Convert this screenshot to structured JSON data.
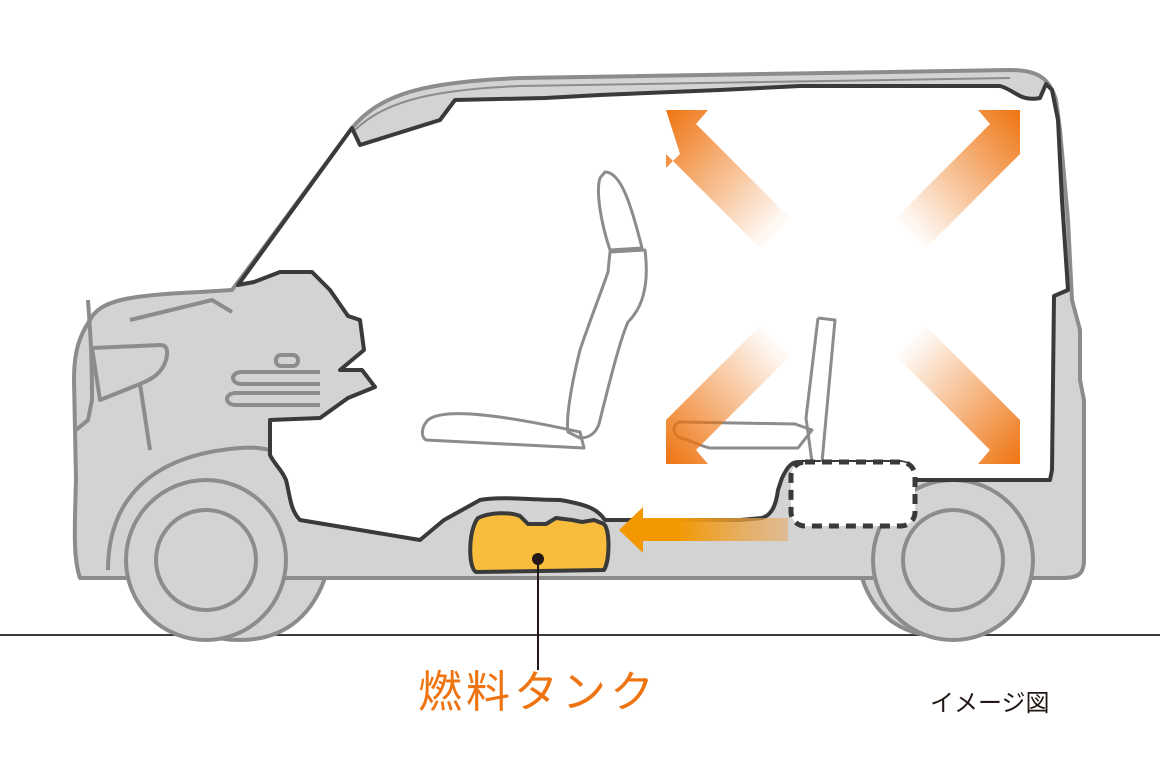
{
  "diagram": {
    "subject": "kei-van side view cutaway showing fuel tank placement",
    "labels": {
      "fuel_tank": "燃料タンク",
      "image_note": "イメージ図"
    },
    "colors": {
      "body_fill": "#d3d3d3",
      "body_stroke": "#8c8c8c",
      "cabin_outline": "#3a3a3a",
      "tank_fill": "#f8bd3d",
      "tank_stroke": "#3a3a3a",
      "arrow_orange": "#ee7411",
      "move_arrow": "#f39800",
      "label_orange": "#ee7411",
      "ground_line": "#3a3a3a"
    },
    "elements": [
      {
        "name": "vehicle-body",
        "desc": "grey van silhouette"
      },
      {
        "name": "cabin-space",
        "desc": "white interior area"
      },
      {
        "name": "front-seat",
        "desc": "driver seat outline"
      },
      {
        "name": "rear-seat",
        "desc": "folded rear seat outline"
      },
      {
        "name": "expansion-arrows",
        "desc": "4 diagonal orange arrows indicating spacious interior"
      },
      {
        "name": "fuel-tank",
        "desc": "yellow tank under front floor"
      },
      {
        "name": "relocation-arrow",
        "desc": "arrow showing tank moved forward"
      },
      {
        "name": "previous-tank-position",
        "desc": "dashed rounded rectangle"
      }
    ]
  }
}
